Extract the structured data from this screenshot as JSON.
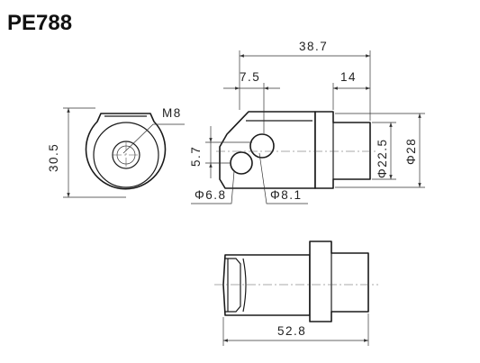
{
  "part_number": "PE788",
  "dimensions": {
    "overall_height": "30.5",
    "thread": "M8",
    "total_length": "38.7",
    "hole_offset": "7.5",
    "spigot_length": "14",
    "hole_spacing": "5.7",
    "small_hole": "6.8",
    "large_hole": "8.1",
    "spigot_diameter": "22.5",
    "flange_diameter": "28",
    "bottom_length": "52.8"
  },
  "symbols": {
    "diameter": "Φ"
  }
}
